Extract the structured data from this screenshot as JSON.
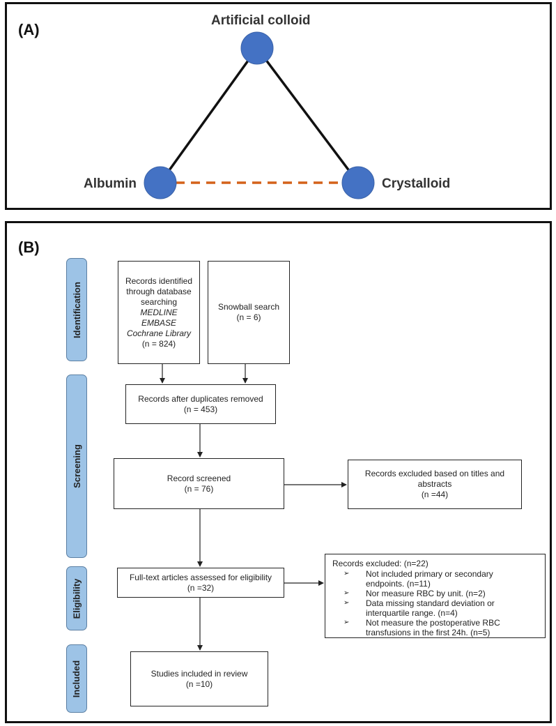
{
  "panel_a": {
    "label": "(A)",
    "nodes": {
      "top": "Artificial colloid",
      "left": "Albumin",
      "right": "Crystalloid"
    },
    "colors": {
      "node": "#4472c4",
      "solid_edge": "#111111",
      "dashed_edge": "#d4621a"
    }
  },
  "panel_b": {
    "label": "(B)",
    "stages": [
      "Identification",
      "Screening",
      "Eligibility",
      "Included"
    ],
    "stage_color": "#9dc3e6",
    "boxes": {
      "database": {
        "line1": "Records identified",
        "line2": "through database",
        "line3": "searching",
        "line4": "MEDLINE",
        "line5": "EMBASE",
        "line6": "Cochrane Library",
        "line7": "(n = 824)"
      },
      "snowball": {
        "line1": "Snowball search",
        "line2": "(n = 6)"
      },
      "duplicates": {
        "line1": "Records after duplicates removed",
        "line2": "(n = 453)"
      },
      "screened": {
        "line1": "Record screened",
        "line2": "(n = 76)"
      },
      "excluded_titles": {
        "line1": "Records excluded based on titles and abstracts",
        "line2": "(n =44)"
      },
      "fulltext": {
        "line1": "Full-text articles assessed for eligibility",
        "line2": "(n =32)"
      },
      "excluded_full": {
        "head": "Records excluded: (n=22)",
        "items": [
          {
            "l1": "Not included primary or secondary",
            "l2": "endpoints. (n=11)"
          },
          {
            "l1": "Nor measure RBC by unit. (n=2)",
            "l2": ""
          },
          {
            "l1": "Data missing standard deviation or",
            "l2": "interquartile range. (n=4)"
          },
          {
            "l1": "Not measure the postoperative RBC",
            "l2": "transfusions in the first 24h. (n=5)"
          }
        ],
        "bullet": "➢"
      },
      "included": {
        "line1": "Studies included in review",
        "line2": "(n =10)"
      }
    }
  }
}
